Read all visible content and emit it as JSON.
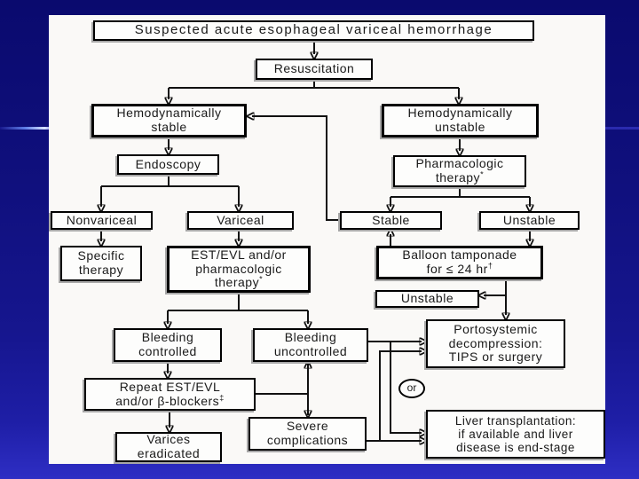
{
  "slide": {
    "colors": {
      "background_top": "#0a0a6e",
      "background_bottom": "#2e2ec4",
      "slide_background": "#faf9f7",
      "accent_line": "#d9e3ff",
      "box_border": "#000000",
      "box_shadow": "#a8a8a8",
      "connector": "#111111"
    }
  },
  "nodes": {
    "suspected": {
      "text": "Suspected acute esophageal variceal hemorrhage"
    },
    "resuscitation": {
      "text": "Resuscitation"
    },
    "hemo_stable": {
      "text": "Hemodynamically\nstable"
    },
    "hemo_unstable": {
      "text": "Hemodynamically\nunstable"
    },
    "endoscopy": {
      "text": "Endoscopy"
    },
    "pharm_therapy": {
      "text": "Pharmacologic\ntherapy",
      "marker": "*"
    },
    "nonvariceal": {
      "text": "Nonvariceal"
    },
    "variceal": {
      "text": "Variceal"
    },
    "stable": {
      "text": "Stable"
    },
    "unstable": {
      "text": "Unstable"
    },
    "specific_therapy": {
      "text": "Specific\ntherapy"
    },
    "est_evl": {
      "text": "EST/EVL and/or\npharmacologic\ntherapy",
      "marker": "*"
    },
    "balloon": {
      "text": "Balloon tamponade\nfor ≤ 24 hr",
      "marker": "†"
    },
    "unstable2": {
      "text": "Unstable"
    },
    "portosystemic": {
      "text": "Portosystemic\ndecompression:\nTIPS or surgery"
    },
    "bleeding_controlled": {
      "text": "Bleeding\ncontrolled"
    },
    "bleeding_uncontrolled": {
      "text": "Bleeding\nuncontrolled"
    },
    "repeat_est_evl": {
      "text": "Repeat EST/EVL\nand/or β-blockers",
      "marker": "‡"
    },
    "severe_complications": {
      "text": "Severe\ncomplications"
    },
    "varices_eradicated": {
      "text": "Varices\neradicated"
    },
    "or_connector": {
      "text": "or"
    },
    "liver_transplant": {
      "text": "Liver transplantation:\nif available and liver\ndisease is end-stage"
    }
  }
}
